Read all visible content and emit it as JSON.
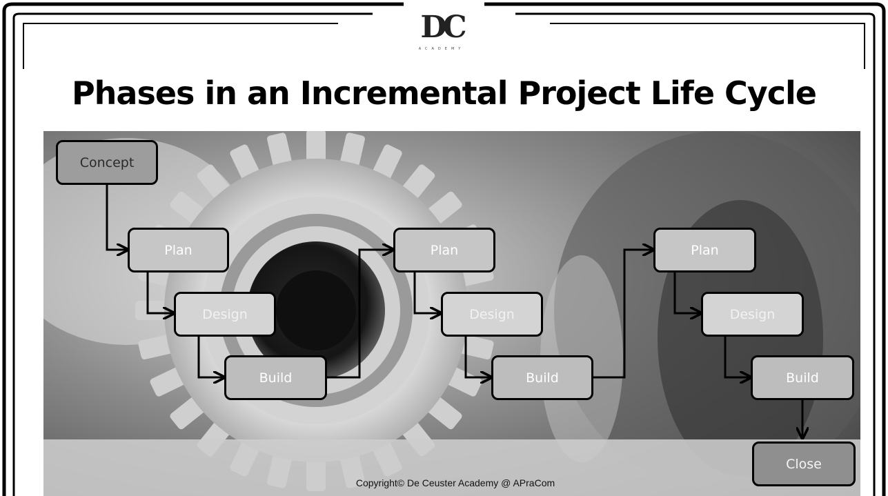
{
  "logo": {
    "mark": "DC",
    "sub": "ACADEMY"
  },
  "title": "Phases in an Incremental Project Life Cycle",
  "diagram": {
    "concept": "Concept",
    "increments": [
      {
        "plan": "Plan",
        "design": "Design",
        "build": "Build"
      },
      {
        "plan": "Plan",
        "design": "Design",
        "build": "Build"
      },
      {
        "plan": "Plan",
        "design": "Design",
        "build": "Build"
      }
    ],
    "close": "Close"
  },
  "footer": {
    "copyright": "Copyright© De Ceuster Academy @ APraCom"
  }
}
